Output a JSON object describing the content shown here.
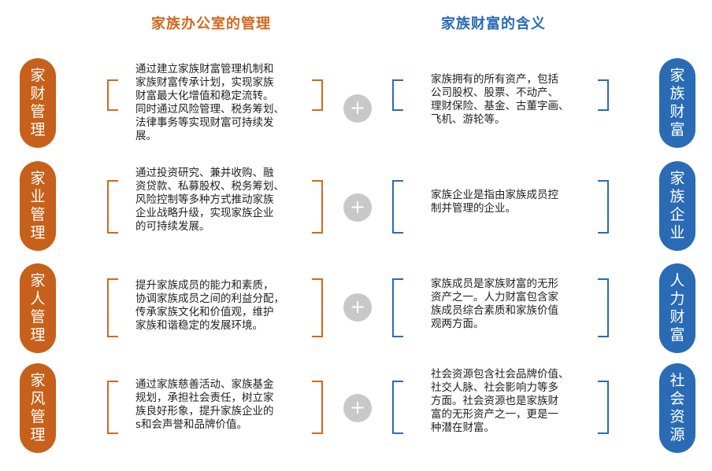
{
  "headers": {
    "left": "家族办公室的管理",
    "right": "家族财富的含义"
  },
  "rows": [
    {
      "left_label": [
        "家",
        "财",
        "管",
        "理"
      ],
      "left_text": "通过建立家族财富管理机制和\n家族财富传承计划，实现家族\n财富最大化增值和稳定流转。\n同时通过风险管理、税务筹划、\n法律事务等实现财富可持续发\n展。",
      "plus": "+",
      "right_text": "家族拥有的所有资产，包括\n公司股权、股票、不动产、\n理财保险、基金、古董字画、\n飞机、游轮等。",
      "right_label": [
        "家",
        "族",
        "财",
        "富"
      ]
    },
    {
      "left_label": [
        "家",
        "业",
        "管",
        "理"
      ],
      "left_text": "通过投资研究、兼并收购、融\n资贷款、私募股权、税务筹划、\n风险控制等多种方式推动家族\n企业战略升级，实现家族企业\n的可持续发展。",
      "plus": "+",
      "right_text": "家族企业是指由家族成员控\n制并管理的企业。",
      "right_label": [
        "家",
        "族",
        "企",
        "业"
      ]
    },
    {
      "left_label": [
        "家",
        "人",
        "管",
        "理"
      ],
      "left_text": "提升家族成员的能力和素质，\n协调家族成员之间的利益分配，\n传承家族文化和价值观，维护\n家族和谐稳定的发展环境。",
      "plus": "+",
      "right_text": "家族成员是家族财富的无形\n资产之一。人力财富包含家\n族成员综合素质和家族价值\n观两方面。",
      "right_label": [
        "人",
        "力",
        "财",
        "富"
      ]
    },
    {
      "left_label": [
        "家",
        "风",
        "管",
        "理"
      ],
      "left_text": "通过家族慈善活动、家族基金\n规划，承担社会责任，树立家\n族良好形象，提升家族企业的\ns和会声誉和品牌价值。",
      "plus": "+",
      "right_text": "社会资源包含社会品牌价值、\n社交人脉、社会影响力等多\n方面。社会资源也是家族财\n富的无形资产之一，更是一\n种潜在财富。",
      "right_label": [
        "社",
        "会",
        "资",
        "源"
      ]
    }
  ],
  "colors": {
    "orange": "#C7601A",
    "blue": "#2A6BB5",
    "plus": "#C8C8C8"
  }
}
